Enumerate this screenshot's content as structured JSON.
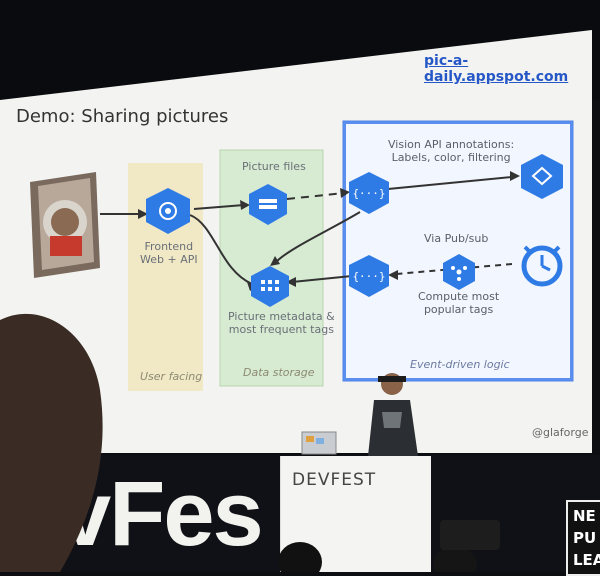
{
  "slide": {
    "url": "pic-a-daily.appspot.com",
    "title": "Demo: Sharing pictures",
    "handle": "@glaforge",
    "colors": {
      "background": "#f3f4f1",
      "user_facing_zone": "#f1e9c6",
      "data_storage_zone": "#d7ebd2",
      "event_zone": "#5a8ff0",
      "node_blue": "#2f7be6",
      "url_blue": "#2557c7"
    },
    "zones": {
      "user_facing": "User facing",
      "data_storage": "Data storage",
      "event_driven": "Event-driven logic"
    },
    "nodes": {
      "frontend": "Frontend\nWeb + API",
      "picture_files": "Picture files",
      "picture_metadata": "Picture metadata &\nmost frequent tags",
      "vision": "Vision API annotations:\nLabels, color, filtering",
      "pubsub": "Via Pub/sub",
      "compute_tags": "Compute most\npopular tags"
    },
    "icons": [
      "user-photo",
      "frontend-icon",
      "storage-icon",
      "datastore-icon",
      "function-icon",
      "vision-icon",
      "pubsub-icon",
      "scheduler-icon"
    ]
  },
  "stage": {
    "backdrop_letters_left": "vFes",
    "podium_text": "DEVFEST",
    "banner_text": "NE\nPU\nLEA"
  }
}
